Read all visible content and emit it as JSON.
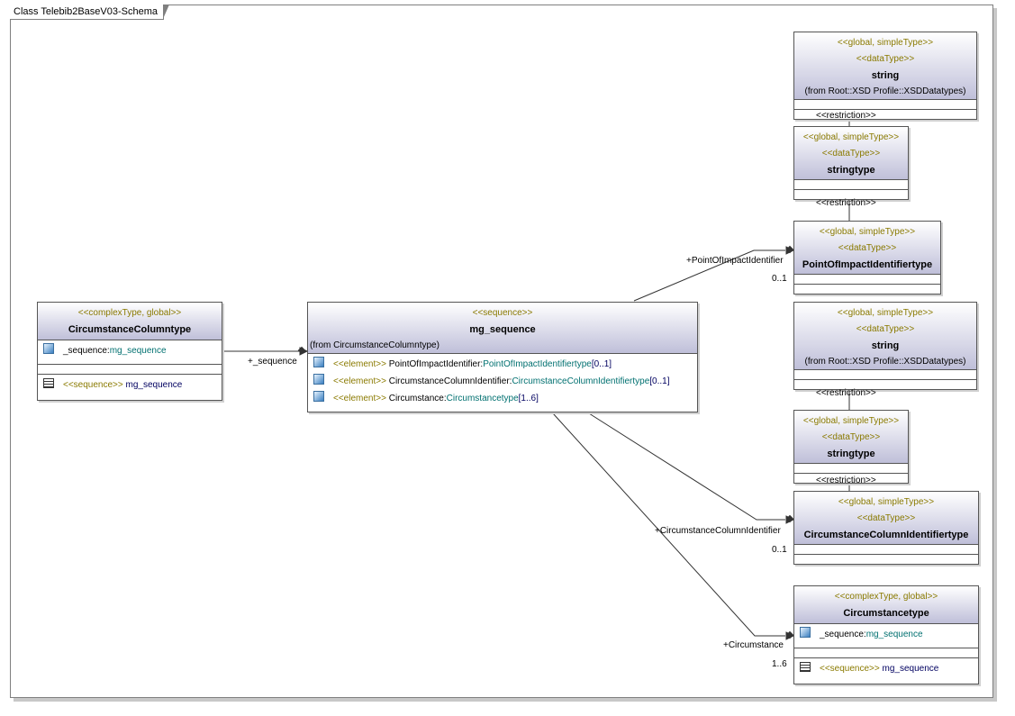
{
  "frame": {
    "title": "Class Telebib2BaseV03-Schema"
  },
  "classes": {
    "circ_col_type": {
      "stereotype": "<<complexType, global>>",
      "name": "CircumstanceColumntype",
      "attr_name": "_sequence:",
      "attr_type": "mg_sequence",
      "op_stereo": "<<sequence>>",
      "op_name": "mg_sequence"
    },
    "mg_sequence": {
      "stereotype": "<<sequence>>",
      "name": "mg_sequence",
      "from": "(from CircumstanceColumntype)",
      "attrs": [
        {
          "stereo": "<<element>>",
          "name": "PointOfImpactIdentifier:",
          "type": "PointOfImpactIdentifiertype",
          "mult": "[0..1]"
        },
        {
          "stereo": "<<element>>",
          "name": "CircumstanceColumnIdentifier:",
          "type": "CircumstanceColumnIdentifiertype",
          "mult": "[0..1]"
        },
        {
          "stereo": "<<element>>",
          "name": "Circumstance:",
          "type": "Circumstancetype",
          "mult": "[1..6]"
        }
      ]
    },
    "string1": {
      "stereo1": "<<global, simpleType>>",
      "stereo2": "<<dataType>>",
      "name": "string",
      "from": "(from Root::XSD Profile::XSDDatatypes)"
    },
    "stringtype1": {
      "stereo1": "<<global, simpleType>>",
      "stereo2": "<<dataType>>",
      "name": "stringtype"
    },
    "poi_type": {
      "stereo1": "<<global, simpleType>>",
      "stereo2": "<<dataType>>",
      "name": "PointOfImpactIdentifiertype"
    },
    "string2": {
      "stereo1": "<<global, simpleType>>",
      "stereo2": "<<dataType>>",
      "name": "string",
      "from": "(from Root::XSD Profile::XSDDatatypes)"
    },
    "stringtype2": {
      "stereo1": "<<global, simpleType>>",
      "stereo2": "<<dataType>>",
      "name": "stringtype"
    },
    "cci_type": {
      "stereo1": "<<global, simpleType>>",
      "stereo2": "<<dataType>>",
      "name": "CircumstanceColumnIdentifiertype"
    },
    "circ_type": {
      "stereotype": "<<complexType, global>>",
      "name": "Circumstancetype",
      "attr_name": "_sequence:",
      "attr_type": "mg_sequence",
      "op_stereo": "<<sequence>>",
      "op_name": "mg_sequence"
    }
  },
  "connectors": {
    "sequence_role": "+_sequence",
    "restriction": "<<restriction>>",
    "poi_role": "+PointOfImpactIdentifier",
    "poi_mult": "0..1",
    "cci_role": "+CircumstanceColumnIdentifier",
    "cci_mult": "0..1",
    "circ_role": "+Circumstance",
    "circ_mult": "1..6"
  }
}
